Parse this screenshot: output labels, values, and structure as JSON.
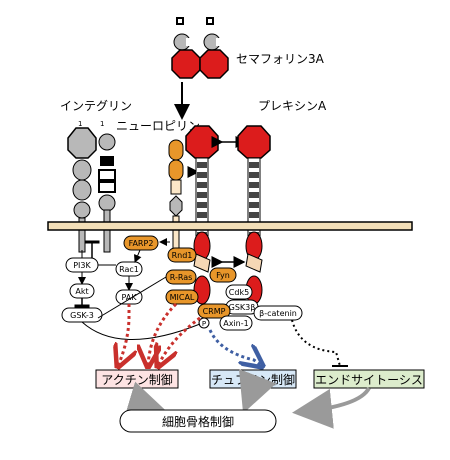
{
  "labels": {
    "sema3a": "セマフォリン3A",
    "integrin": "インテグリン",
    "neuropilin": "ニューロピリン",
    "plexinA": "プレキシンA",
    "actin": "アクチン制御",
    "tubulin": "チュブリン制御",
    "endocytosis": "エンドサイトーシス",
    "cytoskeleton": "細胞骨格制御"
  },
  "nodes": {
    "pi3k": "PI3K",
    "akt": "Akt",
    "gsk3": "GSK-3",
    "rac1": "Rac1",
    "pak": "PAK",
    "farp2": "FARP2",
    "rnd1": "Rnd1",
    "rras": "R-Ras",
    "mical": "MICAL",
    "fyn": "Fyn",
    "cdk5": "Cdk5",
    "gsk3b": "GSK3β",
    "bcatenin": "β-catenin",
    "crmp": "CRMP",
    "p": "P",
    "axin1": "Axin-1"
  },
  "colors": {
    "orange": "#e8962a",
    "red": "#dc1c1c",
    "gray": "#b8b8b8",
    "membrane": "#f3dfb8",
    "actin_box": "#fde3e3",
    "tubulin_box": "#d7e8f7",
    "endo_box": "#dceccc"
  }
}
